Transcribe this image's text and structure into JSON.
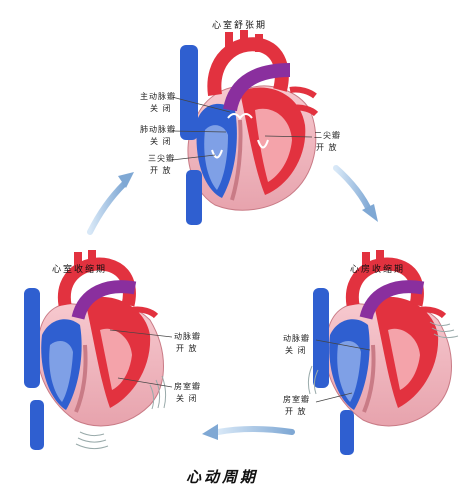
{
  "titles": {
    "diastole": "心室舒张期",
    "ventricular_systole": "心室收缩期",
    "atrial_systole": "心房收缩期",
    "caption": "心动周期"
  },
  "labels": {
    "top_aortic": [
      "主动脉瓣",
      "关 闭"
    ],
    "top_pulmonary": [
      "肺动脉瓣",
      "关 闭"
    ],
    "top_tricuspid": [
      "三尖瓣",
      "开 放"
    ],
    "top_mitral": [
      "二尖瓣",
      "开 放"
    ],
    "left_arterial": [
      "动脉瓣",
      "开 放"
    ],
    "left_av": [
      "房室瓣",
      "关 闭"
    ],
    "right_arterial": [
      "动脉瓣",
      "关 闭"
    ],
    "right_av": [
      "房室瓣",
      "开 放"
    ]
  },
  "colors": {
    "oxygenated": "#e2323f",
    "deoxygenated": "#2f5fd0",
    "pulmonary": "#8a2f9e",
    "muscle": "#f2b8c0",
    "arrow": "#8fb6dc"
  }
}
